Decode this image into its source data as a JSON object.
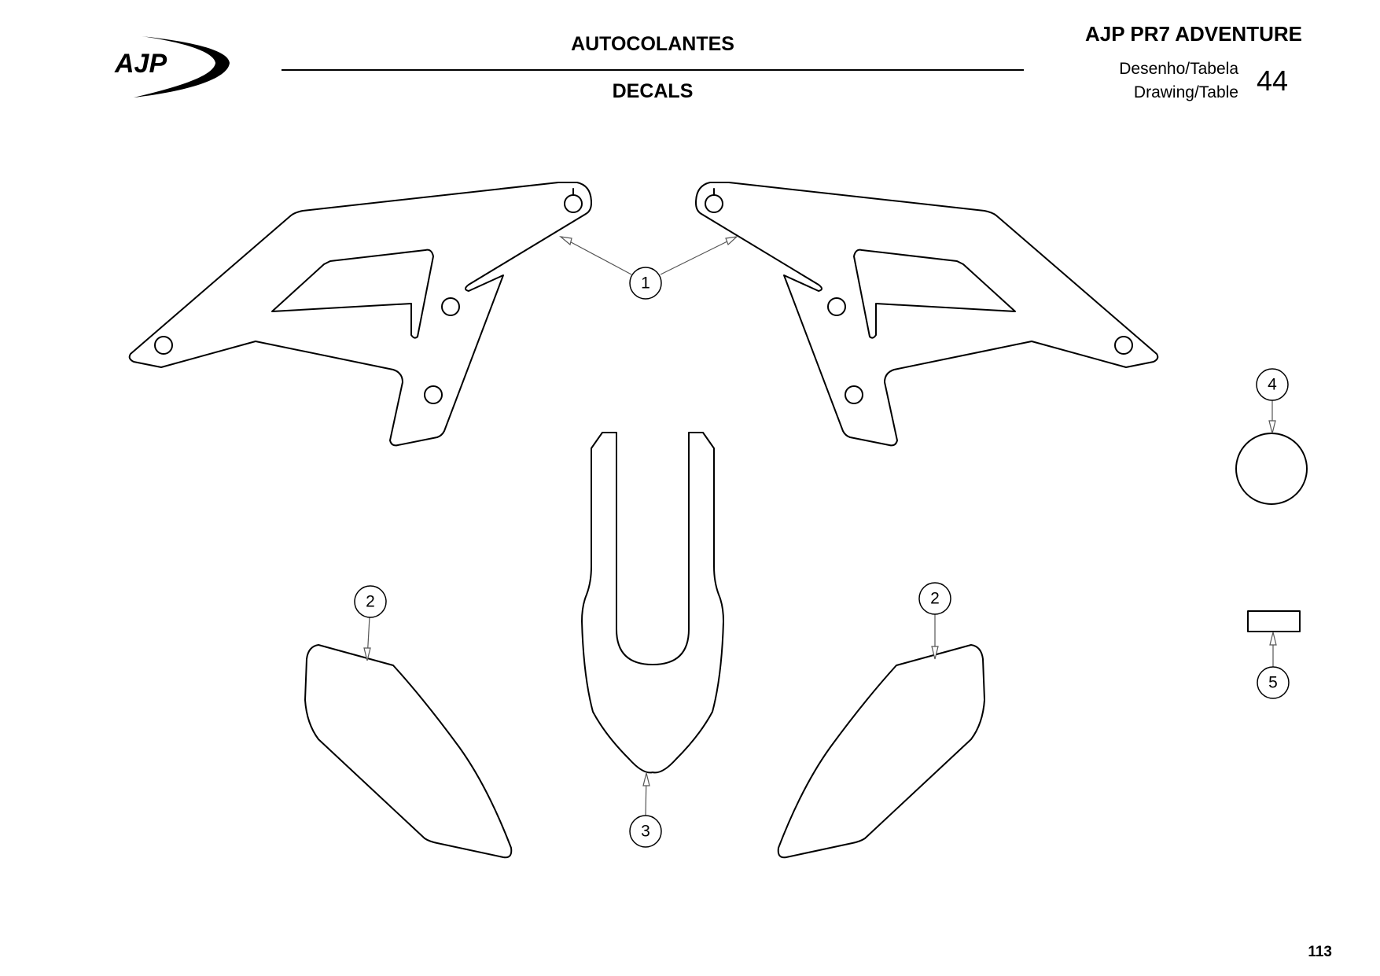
{
  "header": {
    "brand": "AJP",
    "title_pt": "AUTOCOLANTES",
    "title_en": "DECALS",
    "model": "AJP PR7 ADVENTURE",
    "drawing_label_pt": "Desenho/Tabela",
    "drawing_label_en": "Drawing/Table",
    "drawing_number": "44"
  },
  "footer": {
    "page_number": "113"
  },
  "callouts": [
    {
      "id": "1",
      "part": "radiator-shroud-decal"
    },
    {
      "id": "2",
      "part": "side-panel-decal-left"
    },
    {
      "id": "2",
      "part": "side-panel-decal-right"
    },
    {
      "id": "3",
      "part": "front-fender-decal"
    },
    {
      "id": "4",
      "part": "round-decal"
    },
    {
      "id": "5",
      "part": "rectangular-decal"
    }
  ]
}
